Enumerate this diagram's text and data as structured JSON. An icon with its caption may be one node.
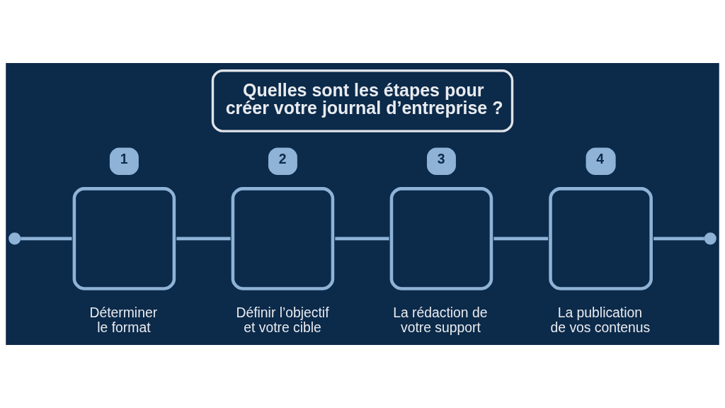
{
  "diagram": {
    "title": "Quelles sont les étapes pour créer votre journal d’entreprise ?",
    "nodes": [
      {
        "text": [],
        "shape": "circle"
      },
      {
        "text": [
          "1"
        ],
        "beside": [
          "Déterminer le format"
        ]
      },
      {
        "text": [
          "2"
        ],
        "beside": [
          "Définir l’objectif et votre cible"
        ]
      },
      {
        "text": [
          "3"
        ],
        "beside": [
          "La rédaction de votre support"
        ]
      },
      {
        "text": [
          "4"
        ],
        "beside": [
          "La publication de vos contenus"
        ]
      },
      {
        "text": [],
        "shape": "circle"
      }
    ],
    "edges": [
      {
        "from": 0,
        "to": 1,
        "arrow": "none"
      },
      {
        "from": 1,
        "to": 2,
        "arrow": "none"
      },
      {
        "from": 2,
        "to": 3,
        "arrow": "none"
      },
      {
        "from": 3,
        "to": 4,
        "arrow": "none"
      },
      {
        "from": 4,
        "to": 5,
        "arrow": "none"
      }
    ]
  }
}
